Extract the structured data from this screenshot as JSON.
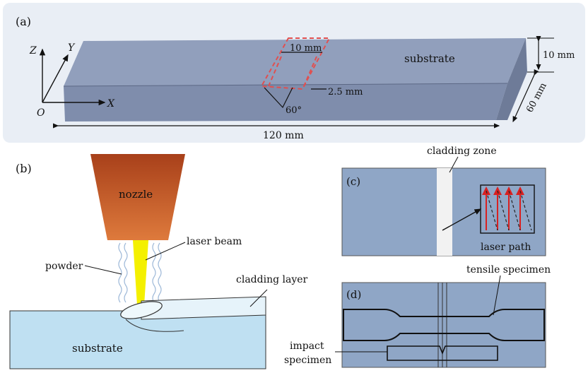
{
  "panel_a": {
    "label": "(a)",
    "block_label": "substrate",
    "dim_length": "120 mm",
    "dim_width": "60 mm",
    "dim_height": "10 mm",
    "dim_groove_width": "10 mm",
    "dim_groove_depth": "2.5 mm",
    "dim_angle": "60°",
    "axis_x": "X",
    "axis_y": "Y",
    "axis_z": "Z",
    "origin": "O"
  },
  "panel_b": {
    "label": "(b)",
    "nozzle": "nozzle",
    "laser_beam": "laser beam",
    "powder": "powder",
    "cladding_layer": "cladding layer",
    "substrate": "substrate"
  },
  "panel_c": {
    "label": "(c)",
    "cladding_zone": "cladding zone",
    "laser_path": "laser path"
  },
  "panel_d": {
    "label": "(d)",
    "tensile_specimen": "tensile specimen",
    "impact_line1": "impact",
    "impact_line2": "specimen"
  },
  "colors": {
    "panel_bg": "#e9eef5",
    "block_top": "#8d9bb9",
    "block_front": "#7d8bab",
    "block_side": "#6b7895",
    "groove_dash": "#e05050",
    "nozzle_top": "#b3431a",
    "nozzle_bottom": "#d9743a",
    "laser": "#f4f000",
    "substrate_b": "#bfe0f2",
    "plate": "#8fa6c6",
    "cladding_zone": "#f2f2f2",
    "laser_arrow": "#d92020"
  }
}
